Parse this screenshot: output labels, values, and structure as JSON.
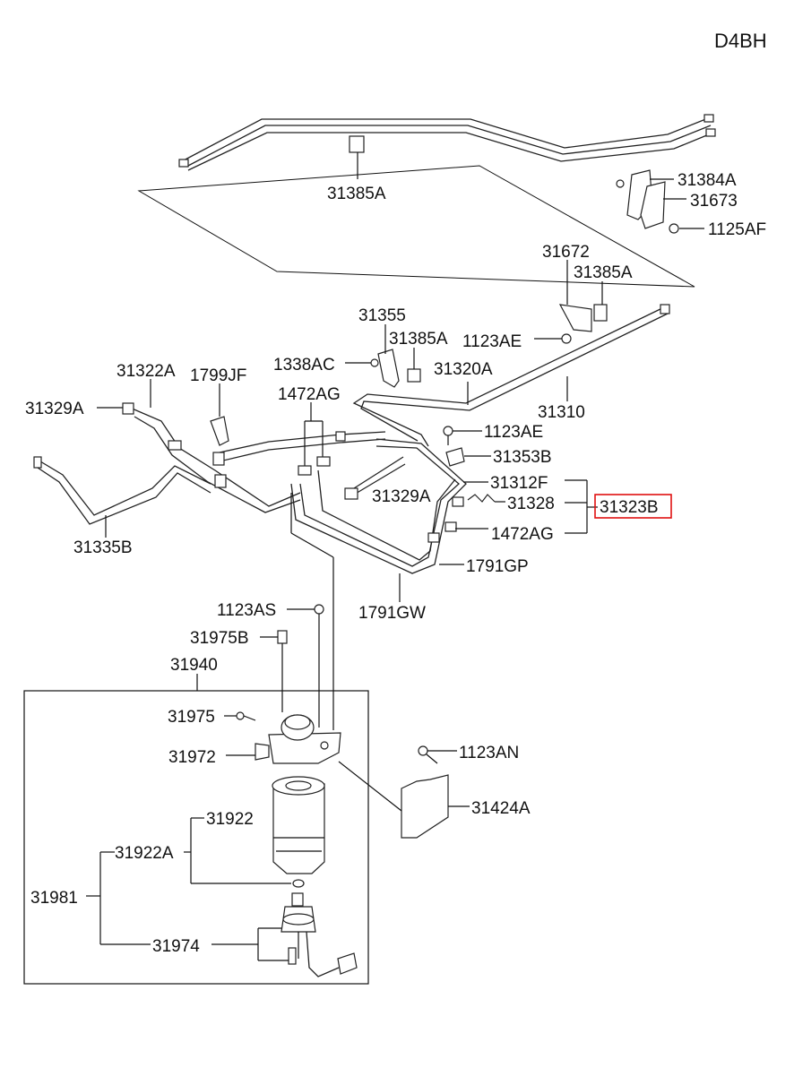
{
  "engine_code": "D4BH",
  "highlight_color": "#e01010",
  "labels": {
    "p31385A_top": "31385A",
    "p31384A": "31384A",
    "p31673": "31673",
    "p1125AF": "1125AF",
    "p31672": "31672",
    "p31385A_mid": "31385A",
    "p31355": "31355",
    "p31385A_low": "31385A",
    "p1123AE_top": "1123AE",
    "p1338AC": "1338AC",
    "p31320A": "31320A",
    "p31322A": "31322A",
    "p1799JF": "1799JF",
    "p1472AG_top": "1472AG",
    "p31310": "31310",
    "p31329A_left": "31329A",
    "p1123AE_mid": "1123AE",
    "p31353B": "31353B",
    "p31312F": "31312F",
    "p31329A_mid": "31329A",
    "p31328": "31328",
    "p31323B": "31323B",
    "p1472AG_low": "1472AG",
    "p31335B": "31335B",
    "p1791GP": "1791GP",
    "p1791GW": "1791GW",
    "p1123AS": "1123AS",
    "p31975B": "31975B",
    "p31940": "31940",
    "p31975": "31975",
    "p1123AN": "1123AN",
    "p31972": "31972",
    "p31424A": "31424A",
    "p31922": "31922",
    "p31922A": "31922A",
    "p31981": "31981",
    "p31974": "31974"
  }
}
